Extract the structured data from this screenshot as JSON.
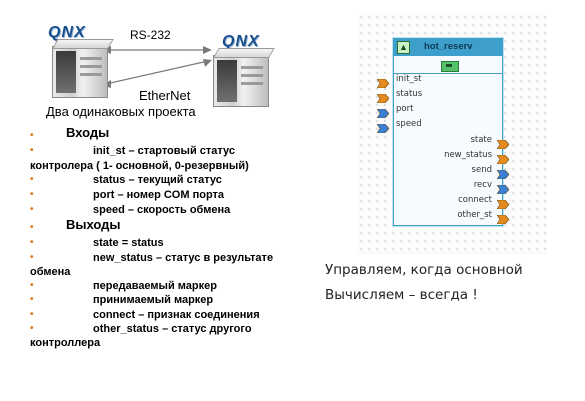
{
  "network": {
    "logo_left": "QNX",
    "logo_right": "QNX",
    "link_serial": "RS-232",
    "link_network": "EtherNet",
    "caption": "Два одинаковых проекта"
  },
  "bullets": [
    {
      "text": "Входы",
      "kind": "head"
    },
    {
      "text": "init_st – стартовый статус",
      "kind": "item"
    },
    {
      "text": "контролера ( 1- основной, 0-резервный)",
      "kind": "cont"
    },
    {
      "text": "status – текущий статус",
      "kind": "item"
    },
    {
      "text": "port – номер COM порта",
      "kind": "item"
    },
    {
      "text": "speed – скорость обмена",
      "kind": "item"
    },
    {
      "text": "Выходы",
      "kind": "head"
    },
    {
      "text": "state = status",
      "kind": "item"
    },
    {
      "text": "new_status – статус в результате",
      "kind": "item"
    },
    {
      "text": "обмена",
      "kind": "cont"
    },
    {
      "text": "передаваемый маркер",
      "kind": "item"
    },
    {
      "text": "принимаемый маркер",
      "kind": "item"
    },
    {
      "text": "connect – признак соединения",
      "kind": "item"
    },
    {
      "text": "other_status – статус другого",
      "kind": "item"
    },
    {
      "text": "контроллера",
      "kind": "cont"
    }
  ],
  "block": {
    "title": "hot_reserv",
    "collapse_glyph": "▲",
    "inputs": [
      {
        "label": "init_st",
        "color": "#e58a1f"
      },
      {
        "label": "status",
        "color": "#e58a1f"
      },
      {
        "label": "port",
        "color": "#3a7fd6"
      },
      {
        "label": "speed",
        "color": "#3a7fd6"
      }
    ],
    "outputs": [
      {
        "label": "state",
        "color": "#e58a1f"
      },
      {
        "label": "new_status",
        "color": "#e58a1f"
      },
      {
        "label": "send",
        "color": "#3a7fd6"
      },
      {
        "label": "recv",
        "color": "#3a7fd6"
      },
      {
        "label": "connect",
        "color": "#e58a1f"
      },
      {
        "label": "other_st",
        "color": "#e58a1f"
      }
    ]
  },
  "notes": {
    "line1": "Управляем, когда основной",
    "line2": "Вычисляем – всегда !"
  }
}
